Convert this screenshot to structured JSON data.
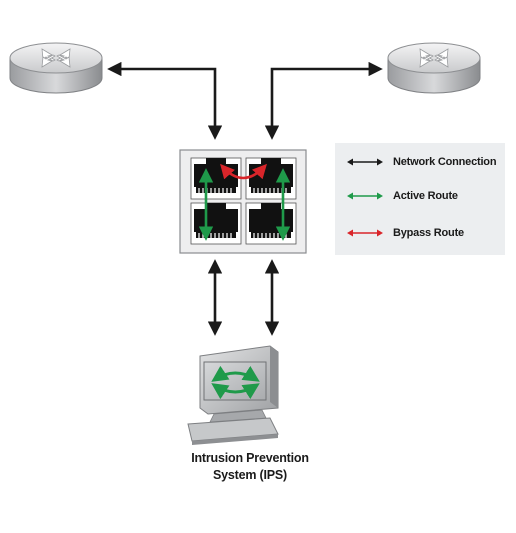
{
  "legend": {
    "items": [
      {
        "label": "Network Connection",
        "color": "#1a1a1a"
      },
      {
        "label": "Active Route",
        "color": "#1f9a4a"
      },
      {
        "label": "Bypass Route",
        "color": "#d9252a"
      }
    ]
  },
  "ips": {
    "caption_line1": "Intrusion Prevention",
    "caption_line2": "System (IPS)"
  },
  "colors": {
    "connection": "#1a1a1a",
    "active": "#1f9a4a",
    "bypass": "#d9252a",
    "legend_bg": "#eceef0"
  }
}
